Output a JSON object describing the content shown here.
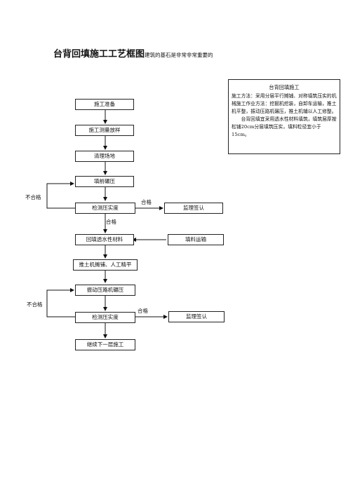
{
  "title": {
    "main": "台背回填施工工艺框图",
    "sub": "建筑的基石是非常非常重要的"
  },
  "flow": {
    "prep": "施工准备",
    "survey": "施工测量放样",
    "clear": "清理场地",
    "precompact": "填前碾压",
    "check1": "检测压实度",
    "backfill": "回填透水性材料",
    "spread": "推土机摊铺、人工精平",
    "vibrate": "振动压路机碾压",
    "check2": "检测压实度",
    "next": "继续下一层施工"
  },
  "side": {
    "supervise1": "监理签认",
    "transport": "填料运输",
    "supervise2": "监理签认"
  },
  "labels": {
    "fail1": "不合格",
    "pass1_right": "合格",
    "pass1_down": "合格",
    "fail2": "不合格",
    "pass2_right": "合格"
  },
  "note": {
    "title": "台背回填施工",
    "p1": "施工方法：采用分层平行摊铺、对称填筑压实的机械施工作业方法：挖掘机挖装，自卸车运输，推土机平整，振动压路机碾压，推土机辅以人工修整。",
    "p2": "台背回填宜采用透水性材料填筑，填筑层厚按松铺20cm分层填筑压实，填料粒径宜小于15cm。"
  }
}
